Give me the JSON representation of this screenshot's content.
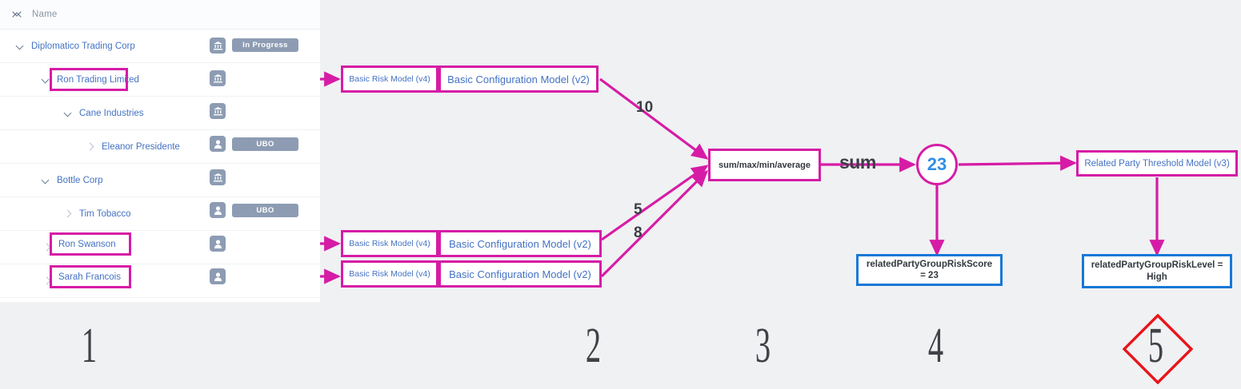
{
  "colors": {
    "accent_magenta": "#d61ca6",
    "link_blue": "#4472c4",
    "value_blue": "#2f8fe8",
    "output_border_blue": "#1878d6",
    "badge_gray": "#8d9cb3",
    "page_bg": "#f0f1f3",
    "step_red": "#e8141b"
  },
  "sidebar": {
    "header": {
      "label": "Name",
      "sort_icon": "sort-icon"
    },
    "rows": [
      {
        "label": "Diplomatico Trading Corp",
        "depth": 0,
        "twisty": "down",
        "icon": "bank-icon",
        "badge": "In Progress",
        "highlighted": false
      },
      {
        "label": "Ron Trading Limited",
        "depth": 1,
        "twisty": "down",
        "icon": "bank-icon",
        "badge": "",
        "highlighted": true
      },
      {
        "label": "Cane Industries",
        "depth": 2,
        "twisty": "down",
        "icon": "bank-icon",
        "badge": "",
        "highlighted": false
      },
      {
        "label": "Eleanor Presidente",
        "depth": 3,
        "twisty": "right",
        "icon": "person-icon",
        "badge": "UBO",
        "highlighted": false
      },
      {
        "label": "Bottle Corp",
        "depth": 1,
        "twisty": "down",
        "icon": "bank-icon",
        "badge": "",
        "highlighted": false
      },
      {
        "label": "Tim Tobacco",
        "depth": 2,
        "twisty": "right",
        "icon": "person-icon",
        "badge": "UBO",
        "highlighted": false
      },
      {
        "label": "Ron Swanson",
        "depth": 0,
        "twisty": "right",
        "icon": "person-icon",
        "badge": "",
        "highlighted": true
      },
      {
        "label": "Sarah Francois",
        "depth": 0,
        "twisty": "right",
        "icon": "person-icon",
        "badge": "",
        "highlighted": true
      }
    ]
  },
  "diagram": {
    "model_rows": [
      {
        "risk_model": "Basic Risk Model (v4)",
        "config_model": "Basic Configuration Model (v2)",
        "weight": "10"
      },
      {
        "risk_model": "Basic Risk Model (v4)",
        "config_model": "Basic Configuration Model (v2)",
        "weight": "5"
      },
      {
        "risk_model": "Basic Risk Model (v4)",
        "config_model": "Basic Configuration Model (v2)",
        "weight": "8"
      }
    ],
    "aggregator": {
      "label": "sum/max/min/average"
    },
    "operation_label": "sum",
    "aggregate_value": "23",
    "threshold_model": "Related Party Threshold Model (v3)",
    "outputs": [
      {
        "text": "relatedPartyGroupRiskScore = 23"
      },
      {
        "text": "relatedPartyGroupRiskLevel = High"
      }
    ]
  },
  "steps": [
    {
      "number": "1",
      "highlight": false
    },
    {
      "number": "2",
      "highlight": false
    },
    {
      "number": "3",
      "highlight": false
    },
    {
      "number": "4",
      "highlight": false
    },
    {
      "number": "5",
      "highlight": true
    }
  ]
}
